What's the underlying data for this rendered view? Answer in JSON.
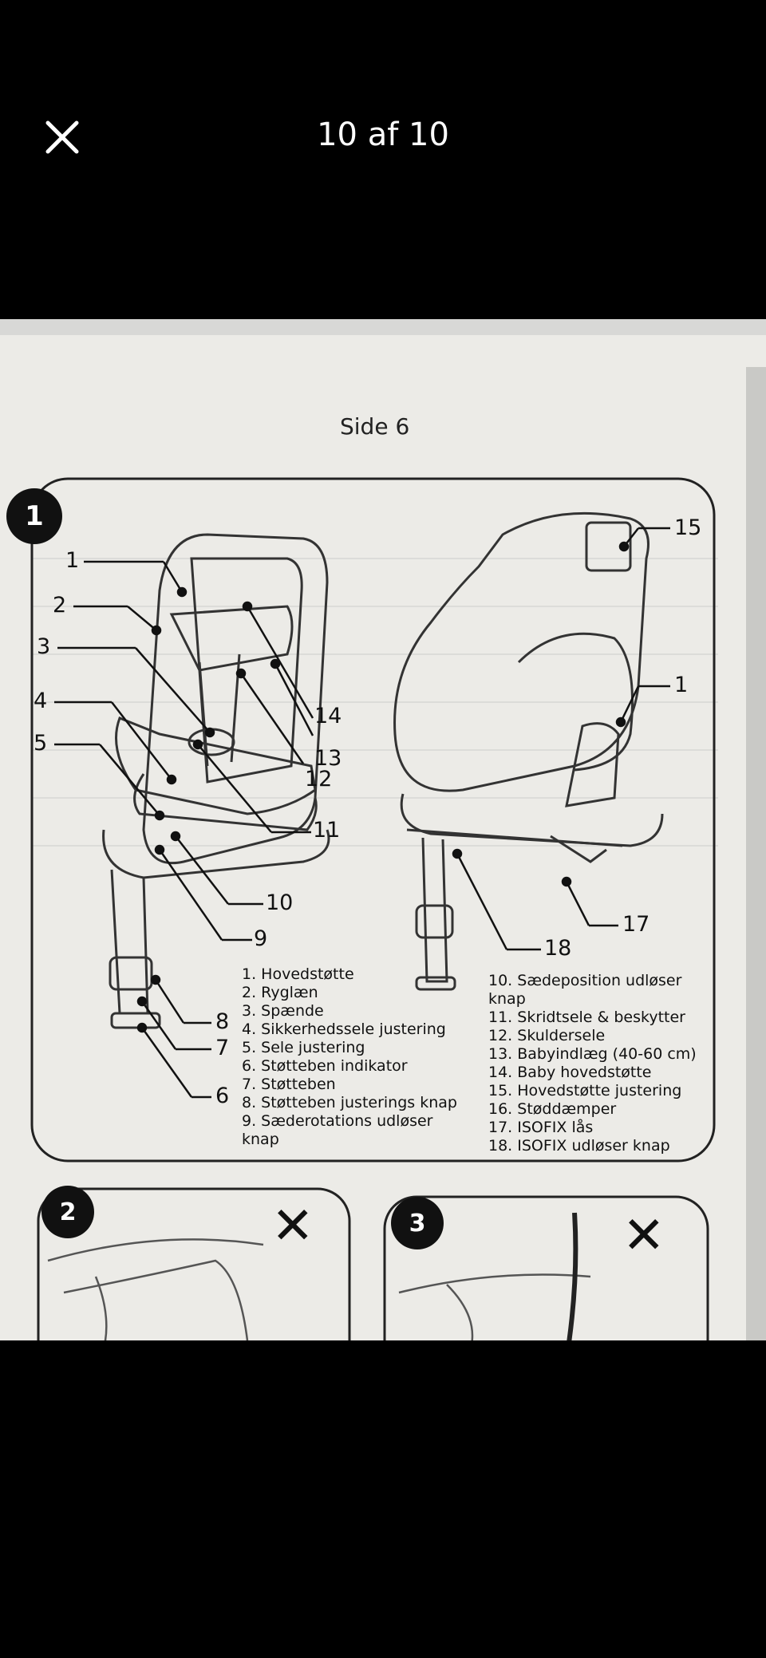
{
  "viewer": {
    "counter": "10 af 10"
  },
  "page": {
    "label": "Side 6",
    "figure1": {
      "badge": "1",
      "callouts": [
        "1",
        "2",
        "3",
        "4",
        "5",
        "6",
        "7",
        "8",
        "9",
        "10",
        "11",
        "12",
        "13",
        "14",
        "15",
        "1",
        "17",
        "18"
      ],
      "legend_left": [
        "1. Hovedstøtte",
        "2. Ryglæn",
        "3. Spænde",
        "4. Sikkerhedssele justering",
        "5. Sele justering",
        "6. Støtteben indikator",
        "7. Støtteben",
        "8. Støtteben justerings knap",
        "9. Sæderotations udløser",
        "knap"
      ],
      "legend_right": [
        "10. Sædeposition udløser",
        "knap",
        "11. Skridtsele & beskytter",
        "12. Skuldersele",
        "13. Babyindlæg (40-60 cm)",
        "14. Baby hovedstøtte",
        "15. Hovedstøtte justering",
        "16. Støddæmper",
        "17. ISOFIX lås",
        "18. ISOFIX udløser knap"
      ]
    },
    "figure2": {
      "badge": "2",
      "mark": "✕"
    },
    "figure3": {
      "badge": "3",
      "mark": "✕"
    }
  },
  "icons": {
    "close": "close-icon"
  }
}
